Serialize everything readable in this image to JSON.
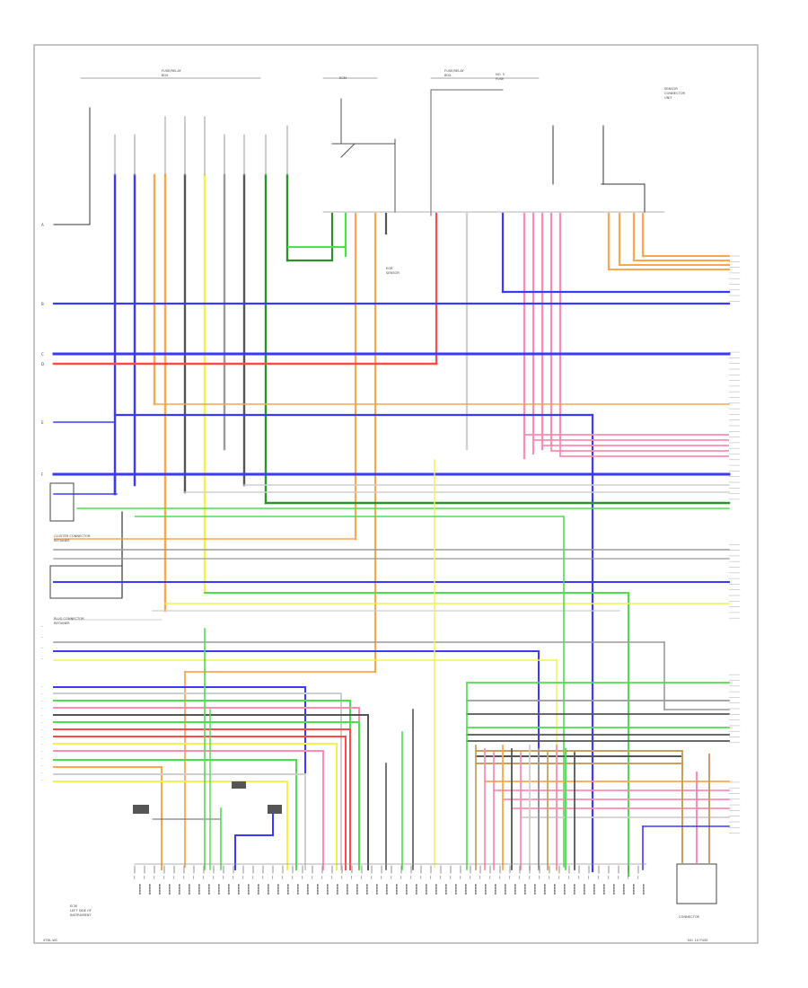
{
  "colors": {
    "blue": "#3a3aff",
    "red": "#ff4a4a",
    "pink": "#ff8cae",
    "orange": "#ffa54a",
    "yellow": "#f2f24a",
    "green": "#4ae04a",
    "dkgreen": "#2f8f2f",
    "gray": "#9a9a9a",
    "dkgray": "#555555",
    "ltgray": "#cfcfcf",
    "black": "#222222",
    "tan": "#c9a060"
  },
  "labels": {
    "top_left": "FUSE/RELAY\nBOX",
    "top_mid1": "FUSE/RELAY\nBOX",
    "top_mid2": "NO. 5\nFUSE",
    "top_right": "SENSOR\nCONNECTOR\nUNIT",
    "ecm_top": "ECM",
    "left_mid1": "CLUSTER CONNECTOR\nRETAINER",
    "left_mid2": "PLUG CONNECTOR\nRETAINER",
    "mid_note": "EGR\nSENSOR",
    "bottom_ecm": "ECM\nLEFT SIDE OF\nINSTRUMENT",
    "bottom_right": "CONNECTOR",
    "bottom_left": "4TDL-WC",
    "bottom_right_small": "NO. 10 FUSE"
  }
}
